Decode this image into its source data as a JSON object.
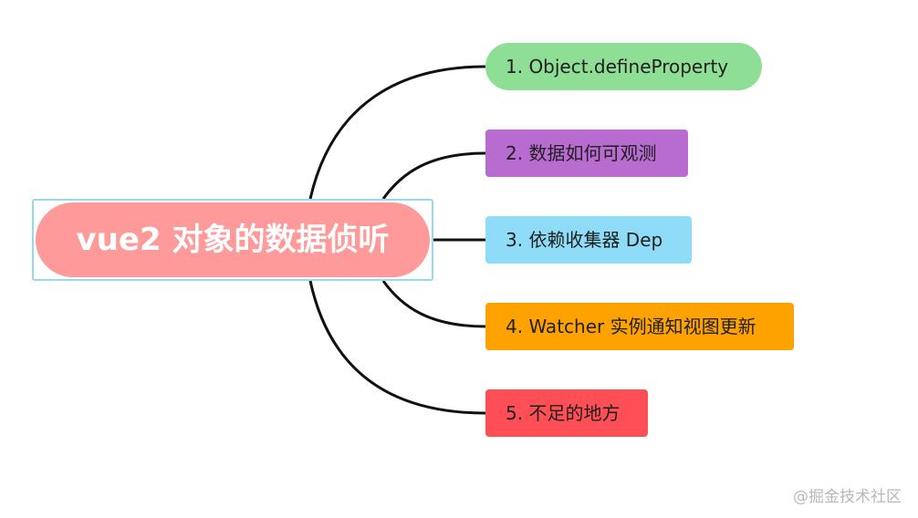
{
  "root": {
    "label": "vue2 对象的数据侦听",
    "color": "#ff9a9a"
  },
  "branches": [
    {
      "label": "1. Object.defineProperty",
      "color": "#8fde96"
    },
    {
      "label": "2. 数据如何可观测",
      "color": "#b96cd0"
    },
    {
      "label": "3. 依赖收集器 Dep",
      "color": "#8edcf8"
    },
    {
      "label": "4. Watcher 实例通知视图更新",
      "color": "#fea200"
    },
    {
      "label": "5. 不足的地方",
      "color": "#fd4f55"
    }
  ],
  "watermark": "@掘金技术社区"
}
